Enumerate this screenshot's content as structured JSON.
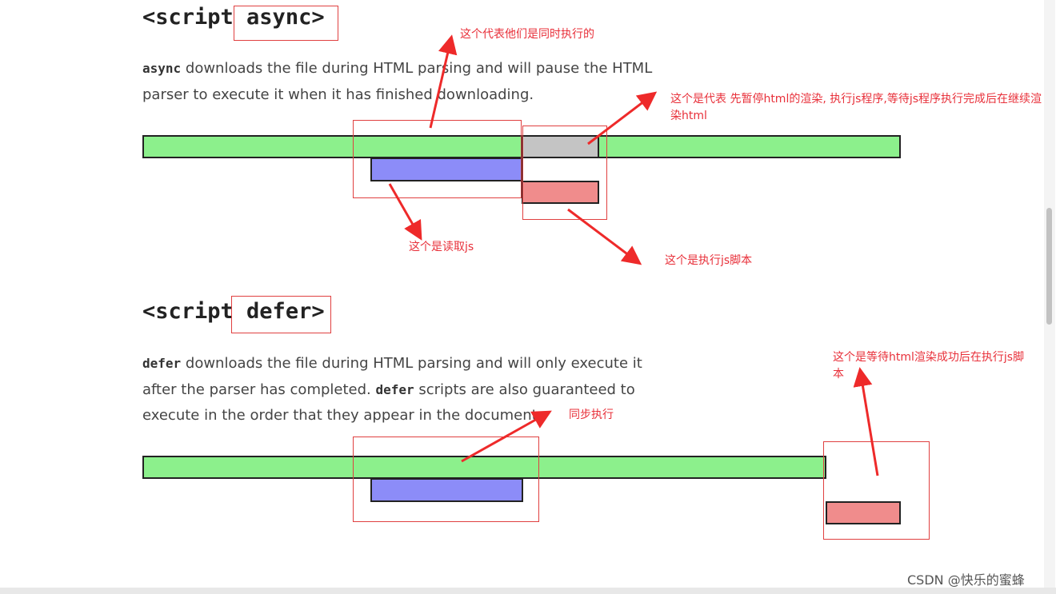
{
  "async_section": {
    "heading_prefix": "<script ",
    "heading_keyword": "async>",
    "keyword": "async",
    "text1": " downloads the file during HTML parsing and will pause the HTML parser to execute it when it has finished downloading."
  },
  "defer_section": {
    "heading_prefix": "<script ",
    "heading_keyword": "defer>",
    "keyword": "defer",
    "text1": " downloads the file during HTML parsing and will only execute it after the parser has completed. ",
    "keyword2": "defer",
    "text2": " scripts are also guaranteed to execute in the order that they appear in the document."
  },
  "annotations": {
    "simultaneous": "这个代表他们是同时执行的",
    "pause": "这个是代表 先暂停html的渲染, 执行js程序,等待js程序执行完成后在继续渲染html",
    "read_js": "这个是读取js",
    "exec_js": "这个是执行js脚本",
    "sync": "同步执行",
    "wait": "这个是等待html渲染成功后在执行js脚本"
  },
  "watermark": "CSDN @快乐的蜜蜂",
  "colors": {
    "parse": "#8cf08c",
    "pause": "#c4c4c4",
    "download": "#8c8cf8",
    "execute": "#f08c8c",
    "annotation": "#e8303a"
  }
}
